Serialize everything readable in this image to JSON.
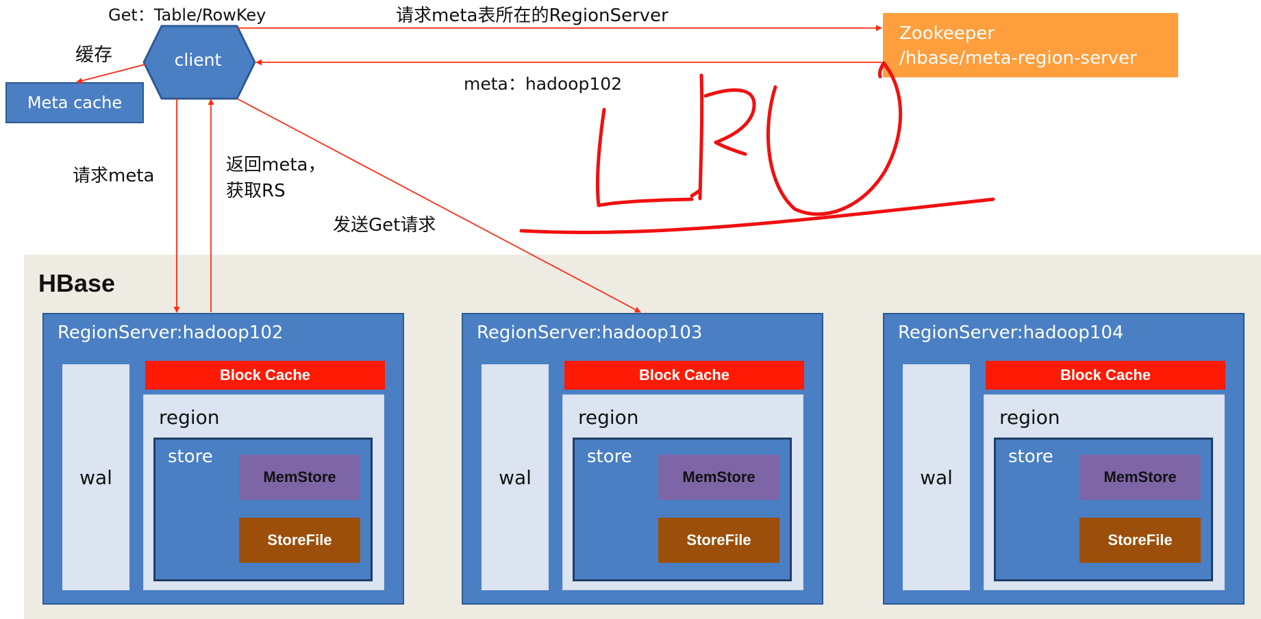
{
  "client": {
    "label": "client"
  },
  "meta_cache": {
    "label": "Meta cache"
  },
  "zookeeper": {
    "line1": "Zookeeper",
    "line2": "/hbase/meta-region-server"
  },
  "labels": {
    "get_request": "Get：Table/RowKey",
    "cache": "缓存",
    "request_meta_rs": "请求meta表所在的RegionServer",
    "meta_location": "meta：hadoop102",
    "request_meta": "请求meta",
    "return_meta_line1": "返回meta，",
    "return_meta_line2": "获取RS",
    "send_get": "发送Get请求"
  },
  "annotation": {
    "handwritten": "LRU"
  },
  "hbase": {
    "title": "HBase",
    "region_servers": [
      {
        "title": "RegionServer:hadoop102",
        "wal": "wal",
        "block_cache": "Block Cache",
        "region": "region",
        "store": "store",
        "memstore": "MemStore",
        "storefile": "StoreFile"
      },
      {
        "title": "RegionServer:hadoop103",
        "wal": "wal",
        "block_cache": "Block Cache",
        "region": "region",
        "store": "store",
        "memstore": "MemStore",
        "storefile": "StoreFile"
      },
      {
        "title": "RegionServer:hadoop104",
        "wal": "wal",
        "block_cache": "Block Cache",
        "region": "region",
        "store": "store",
        "memstore": "MemStore",
        "storefile": "StoreFile"
      }
    ]
  },
  "colors": {
    "arrow": "#ff2a12",
    "handwriting": "#f01010",
    "server_blue": "#4a7fc4",
    "block_cache": "#ff1a05",
    "memstore": "#7e65a6",
    "storefile": "#9c4f0a",
    "zookeeper": "#ff9e3d"
  }
}
